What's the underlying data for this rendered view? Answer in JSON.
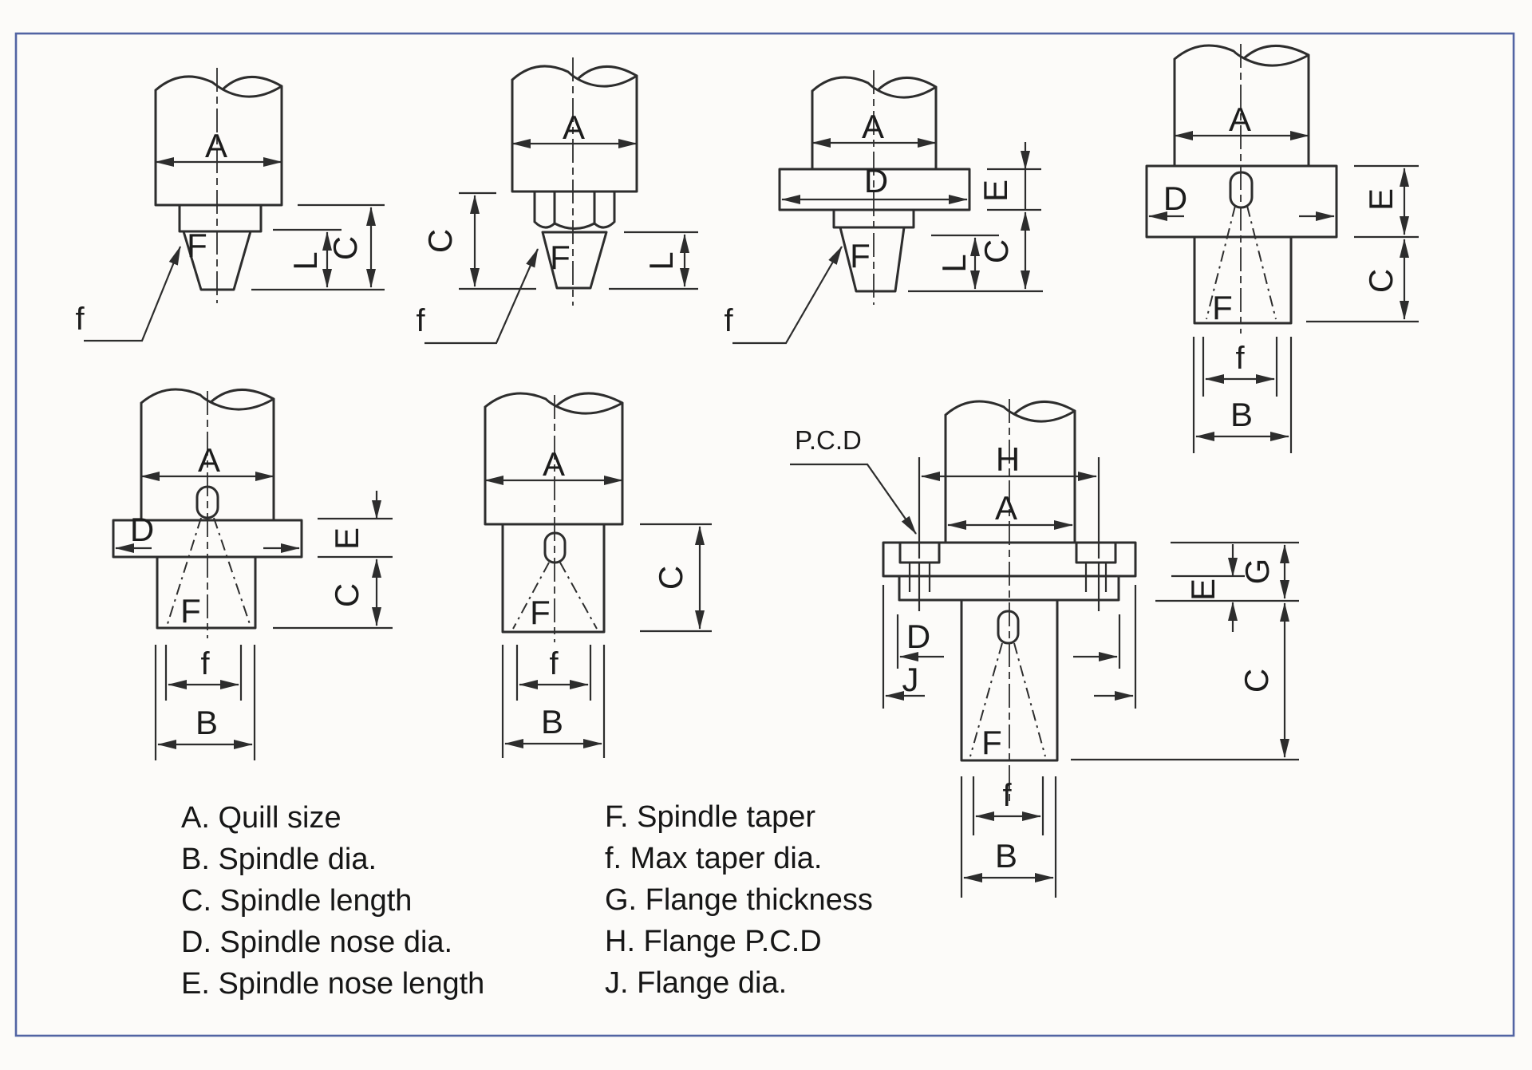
{
  "dims": {
    "A": "A",
    "B": "B",
    "C": "C",
    "D": "D",
    "E": "E",
    "F": "F",
    "G": "G",
    "H": "H",
    "J": "J",
    "L": "L",
    "f": "f",
    "pcd": "P.C.D"
  },
  "legend": {
    "left": [
      "A. Quill size",
      "B. Spindle dia.",
      "C. Spindle length",
      "D. Spindle nose dia.",
      "E. Spindle nose length"
    ],
    "right": [
      "F. Spindle taper",
      "f. Max taper dia.",
      "G. Flange thickness",
      "H. Flange P.C.D",
      "J. Flange dia."
    ]
  },
  "colors": {
    "line": "#2d2d2d",
    "border": "#5264a3",
    "background": "#fcfbf9"
  }
}
